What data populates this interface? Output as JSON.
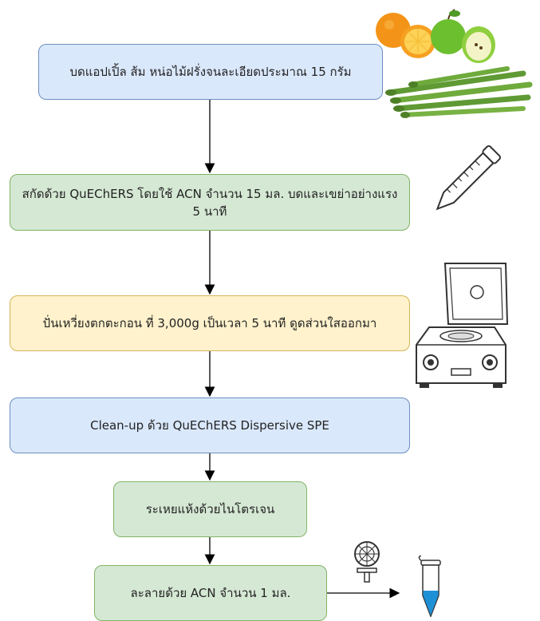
{
  "steps": [
    {
      "id": "step1",
      "text": "บดแอปเปิ้ล ส้ม หน่อไม้ฝรั่งจนละเอียดประมาณ 15 กรัม"
    },
    {
      "id": "step2",
      "text": "สกัดด้วย QuEChERS โดยใช้ ACN จำนวน 15 มล. บดและเขย่าอย่างแรง 5 นาที"
    },
    {
      "id": "step3",
      "text": "ปั่นเหวี่ยงตกตะกอน ที่ 3,000g เป็นเวลา 5 นาที ดูดส่วนใสออกมา"
    },
    {
      "id": "step4",
      "text": "Clean-up ด้วย QuEChERS Dispersive SPE"
    },
    {
      "id": "step5",
      "text": "ระเหยแห้งด้วยไนโตรเจน"
    },
    {
      "id": "step6",
      "text": "ละลายด้วย ACN จำนวน 1 มล."
    }
  ],
  "colors": {
    "blue_fill": "#dae8fc",
    "green_fill": "#d5e8d4",
    "yellow_fill": "#fff2cc"
  },
  "illustrations": [
    "fruit-and-asparagus-illustration",
    "centrifuge-tube-illustration",
    "centrifuge-machine-illustration",
    "syringe-filter-illustration",
    "microcentrifuge-tube-illustration"
  ]
}
